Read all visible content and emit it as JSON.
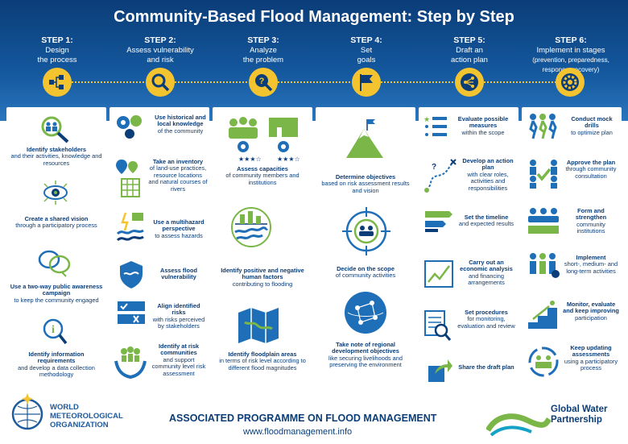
{
  "title": "Community-Based Flood Management: Step by Step",
  "steps": [
    {
      "label": "STEP 1:",
      "text": "Design\nthe process"
    },
    {
      "label": "STEP 2:",
      "text": "Assess vulnerability\nand risk"
    },
    {
      "label": "STEP 3:",
      "text": "Analyze\nthe problem"
    },
    {
      "label": "STEP 4:",
      "text": "Set\ngoals"
    },
    {
      "label": "STEP 5:",
      "text": "Draft an\naction plan"
    },
    {
      "label": "STEP 6:",
      "text": "Implement in stages",
      "sub": "(prevention, preparedness,\nresponse, recovery)"
    }
  ],
  "col1": [
    {
      "b": "Identify stakeholders",
      "t": "and their activities, knowledge and resources"
    },
    {
      "b": "Create a shared vision",
      "t": "through a participatory process"
    },
    {
      "b": "Use a two-way public awareness campaign",
      "t": "to keep the community engaged"
    },
    {
      "b": "Identify information requirements",
      "t": "and develop a data collection methodology"
    }
  ],
  "col2": [
    {
      "b": "Use historical and local knowledge",
      "t": "of the community"
    },
    {
      "b": "Take an inventory",
      "t": "of land-use practices, resource locations and natural courses of rivers"
    },
    {
      "b": "Use a multihazard perspective",
      "t": "to assess hazards"
    },
    {
      "b": "Assess flood vulnerability",
      "t": ""
    },
    {
      "b": "Align identified risks",
      "t": "with risks perceived by stakeholders"
    },
    {
      "b": "Identify at risk communities",
      "t": "and support community level risk assessment"
    }
  ],
  "col3": [
    {
      "b": "Assess capacities",
      "t": "of community members and institutions"
    },
    {
      "b": "Identify positive and negative human factors",
      "t": "contributing to flooding"
    },
    {
      "b": "Identify floodplain areas",
      "t": "in terms of risk level according to different flood magnitudes"
    }
  ],
  "col4": [
    {
      "b": "Determine objectives",
      "t": "based on risk assessment results and vision"
    },
    {
      "b": "Decide on the scope",
      "t": "of community activities"
    },
    {
      "b": "Take note of regional development objectives",
      "t": "like securing livelihoods and preserving the environment"
    }
  ],
  "col5": [
    {
      "b": "Evaluate possible measures",
      "t": "within the scope"
    },
    {
      "b": "Develop an action plan",
      "t": "with clear roles, activities and responsibilities"
    },
    {
      "b": "Set the timeline",
      "t": "and expected results"
    },
    {
      "b": "Carry out an economic analysis",
      "t": "and financing arrangements"
    },
    {
      "b": "Set procedures",
      "t": "for monitoring, evaluation and review"
    },
    {
      "b": "Share the draft plan",
      "t": ""
    }
  ],
  "col6": [
    {
      "b": "Conduct mock drills",
      "t": "to optimize plan"
    },
    {
      "b": "Approve the plan",
      "t": "through community consultation"
    },
    {
      "b": "Form and strengthen",
      "t": "community institutions"
    },
    {
      "b": "Implement",
      "t": "short-, medium- and long-term activities"
    },
    {
      "b": "Monitor, evaluate and keep improving",
      "t": "participation"
    },
    {
      "b": "Keep updating assessments",
      "t": "using a participatory process"
    }
  ],
  "footer": {
    "wmo": "WORLD\nMETEOROLOGICAL\nORGANIZATION",
    "programme": "ASSOCIATED PROGRAMME ON FLOOD MANAGEMENT",
    "url": "www.floodmanagement.info",
    "gwp": "Global Water\nPartnership"
  },
  "colors": {
    "navy": "#0b3d78",
    "blue": "#1e6fb8",
    "yellow": "#f4c430",
    "green": "#7ab648"
  }
}
